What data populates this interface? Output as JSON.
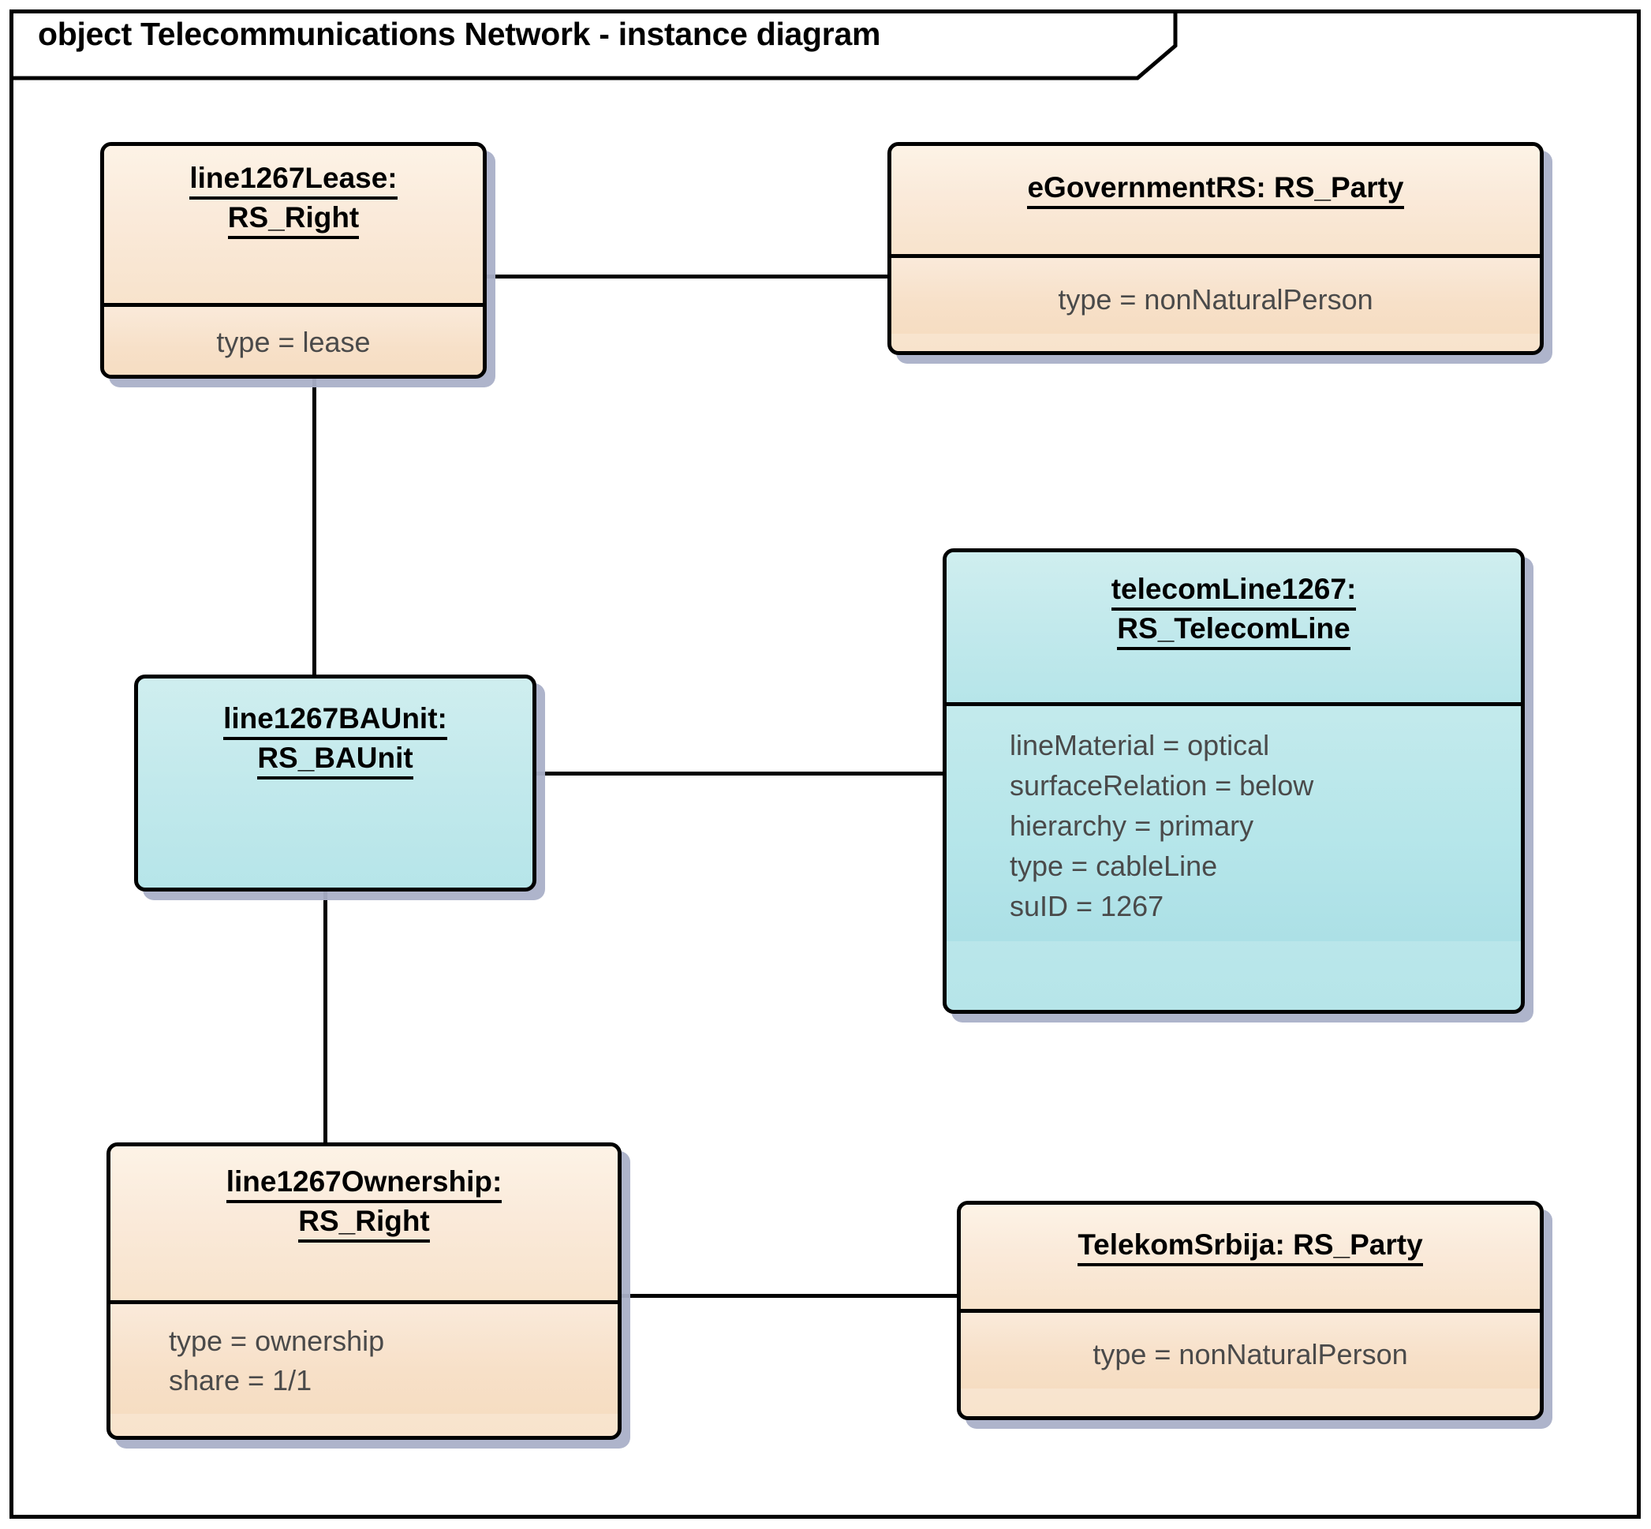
{
  "diagram": {
    "frame_title": "object Telecommunications Network - instance diagram",
    "frame_kind": "object",
    "background_color": "#ffffff",
    "border_color": "#000000",
    "shadow_color": "#aab0c8"
  },
  "palette": {
    "cream_top": "#fdf3e6",
    "cream_bottom": "#f8e3cc",
    "teal_top": "#cfeeef",
    "teal_bottom": "#b6e5e9",
    "text": "#000000",
    "attr_text": "#4a4a4a"
  },
  "objects": [
    {
      "id": "line1267Lease",
      "name_line1": "line1267Lease:",
      "name_line2": "RS_Right",
      "classifier": "RS_Right",
      "fill": "cream",
      "attributes": [
        "type = lease"
      ]
    },
    {
      "id": "eGovernmentRS",
      "name_line1": "eGovernmentRS: RS_Party",
      "name_line2": "",
      "classifier": "RS_Party",
      "fill": "cream",
      "attributes": [
        "type = nonNaturalPerson"
      ]
    },
    {
      "id": "line1267BAUnit",
      "name_line1": "line1267BAUnit:",
      "name_line2": "RS_BAUnit",
      "classifier": "RS_BAUnit",
      "fill": "teal",
      "attributes": []
    },
    {
      "id": "telecomLine1267",
      "name_line1": "telecomLine1267:",
      "name_line2": "RS_TelecomLine",
      "classifier": "RS_TelecomLine",
      "fill": "teal",
      "attributes": [
        "lineMaterial = optical",
        "surfaceRelation = below",
        "hierarchy = primary",
        "type = cableLine",
        "suID = 1267"
      ]
    },
    {
      "id": "line1267Ownership",
      "name_line1": "line1267Ownership:",
      "name_line2": "RS_Right",
      "classifier": "RS_Right",
      "fill": "cream",
      "attributes": [
        "type = ownership",
        "share = 1/1"
      ]
    },
    {
      "id": "TelekomSrbija",
      "name_line1": "TelekomSrbija: RS_Party",
      "name_line2": "",
      "classifier": "RS_Party",
      "fill": "cream",
      "attributes": [
        "type = nonNaturalPerson"
      ]
    }
  ],
  "links": [
    {
      "id": "lease-egov",
      "from": "line1267Lease",
      "to": "eGovernmentRS",
      "orientation": "horizontal"
    },
    {
      "id": "lease-baunit",
      "from": "line1267Lease",
      "to": "line1267BAUnit",
      "orientation": "vertical"
    },
    {
      "id": "baunit-telecom",
      "from": "line1267BAUnit",
      "to": "telecomLine1267",
      "orientation": "horizontal"
    },
    {
      "id": "baunit-ownership",
      "from": "line1267BAUnit",
      "to": "line1267Ownership",
      "orientation": "vertical"
    },
    {
      "id": "ownership-telekom",
      "from": "line1267Ownership",
      "to": "TelekomSrbija",
      "orientation": "horizontal"
    }
  ]
}
